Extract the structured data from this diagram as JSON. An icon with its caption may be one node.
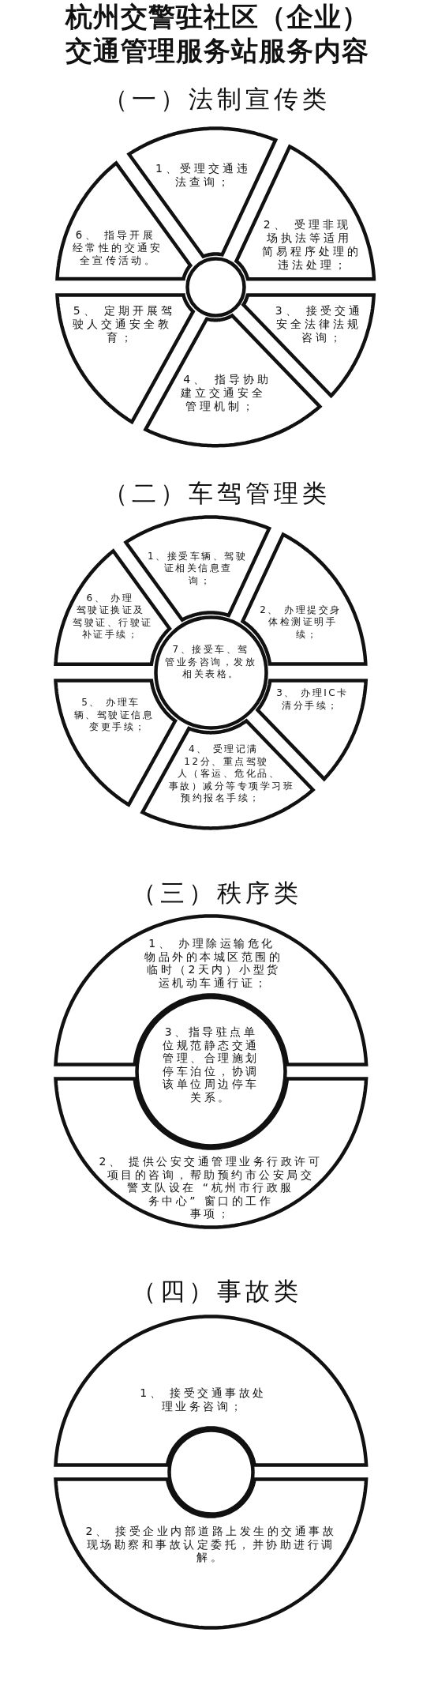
{
  "diagram": {
    "title": "杭州交警驻社区（企业）交通管理服务站服务内容",
    "nodes": [
      {
        "text": [
          "1、受理交通违法查询；"
        ]
      },
      {
        "text": [
          "2、 受理非现场执法等适用简易程序处理的违法处理；"
        ]
      },
      {
        "text": [
          "3、 接受交通安全法律法规咨询；"
        ]
      },
      {
        "text": [
          "4、 指导协助建立交通安全管理机制；"
        ]
      },
      {
        "text": [
          "5、 定期开展驾驶人交通安全教育；"
        ]
      },
      {
        "text": [
          "6、 指导开展经常性的交通安全宣传活动。"
        ]
      },
      {
        "text": [],
        "shape": "circle"
      },
      {
        "text": [
          "1、接受车辆、驾驶证相关信息查询；"
        ]
      },
      {
        "text": [
          "2、 办理提交身体检测证明手续；"
        ]
      },
      {
        "text": [
          "3、 办理IC卡清分手续；"
        ]
      },
      {
        "text": [
          "4、 受理记满12分、重点驾驶人（客运、危化品、事故）减分等专项学习班预约报名手续；"
        ]
      },
      {
        "text": [
          "5、 办理车辆、驾驶证信息变更手续；"
        ]
      },
      {
        "text": [
          "6、 办理驾驶证换证及驾驶证、行驶证补证手续；"
        ]
      },
      {
        "text": [
          "7、接受车、驾管业务咨询，发放相关表格。"
        ]
      },
      {
        "text": [
          "1、 办理除运输危化物品外的本城区范围的临时（2天内）小型货运机动车通行证；"
        ]
      },
      {
        "text": [
          "3、指导驻点单位规范静态交通管理、合理施划停车泊位，协调该单位周边停车关系。"
        ]
      },
      {
        "text": [
          "2、 提供公安交通管理业务行政许可项目的咨询，帮助预约市公安局交警支队设在 “杭州市行政服务中心” 窗口的工作事项；"
        ]
      },
      {
        "text": [
          "1、 接受交通事故处理业务咨询；"
        ]
      },
      {
        "text": [],
        "shape": "circle"
      },
      {
        "text": [
          "2、 接受企业内部道路上发生的交通事故现场勘察和事故认定委托，并协助进行调解。"
        ]
      }
    ],
    "labels": [
      "（一）法制宣传类",
      "（二）车驾管理类",
      "（三）秩序类",
      "（四）事故类"
    ]
  }
}
